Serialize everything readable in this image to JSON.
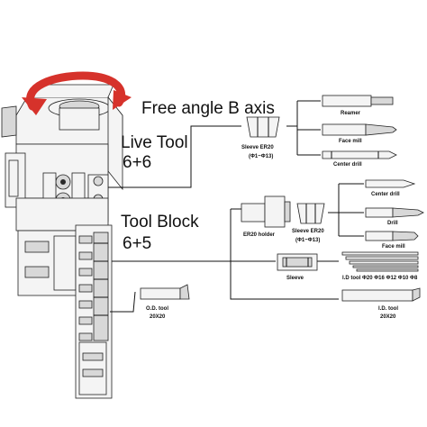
{
  "headings": {
    "b_axis": "Free angle B axis",
    "live_tool": "Live Tool",
    "live_tool_count": "6+6",
    "tool_block": "Tool Block",
    "tool_block_count": "6+5"
  },
  "parts": {
    "sleeve_er20_top": "Sleeve ER20",
    "sleeve_er20_top_range": "(Φ1~Φ13)",
    "reamer": "Reamer",
    "face_mill_top": "Face mill",
    "center_drill_top": "Center drill",
    "er20_holder": "ER20 holder",
    "sleeve_er20_mid": "Sleeve ER20",
    "sleeve_er20_mid_range": "(Φ1~Φ13)",
    "center_drill_mid": "Center drill",
    "drill": "Drill",
    "face_mill_mid": "Face mill",
    "sleeve": "Sleeve",
    "id_tool_sizes": "I.D tool Φ20 Φ16 Φ12 Φ10 Φ8",
    "id_tool": "I.D. tool",
    "id_tool_size": "20X20",
    "od_tool": "O.D. tool",
    "od_tool_size": "20X20"
  },
  "colors": {
    "arrow": "#d6322b",
    "line": "#111111"
  }
}
